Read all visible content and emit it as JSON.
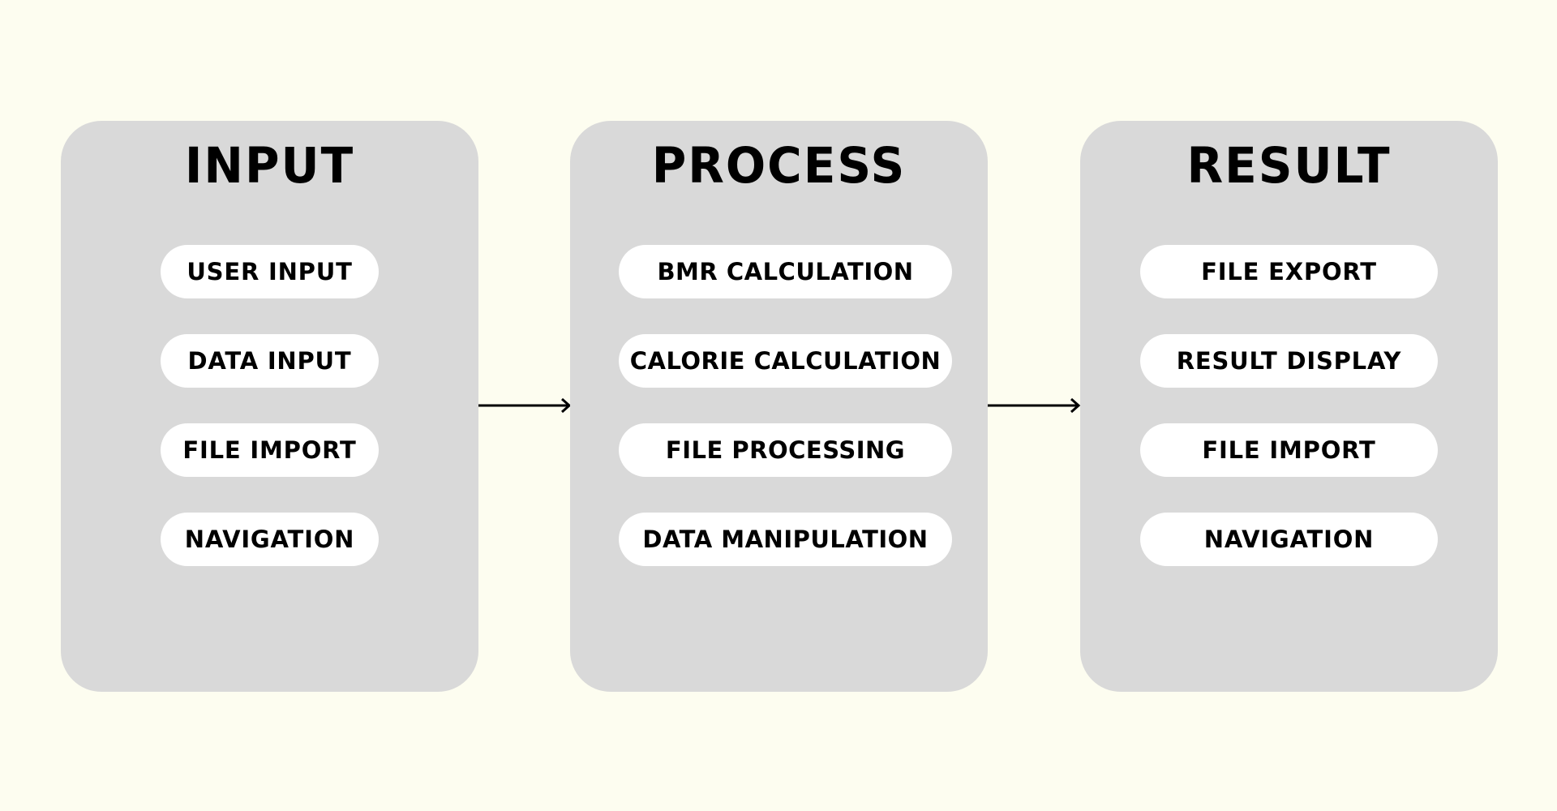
{
  "colors": {
    "background": "#fdfdf0",
    "panel": "#d9d9d9",
    "pill": "#ffffff",
    "text": "#000000",
    "arrow": "#000000"
  },
  "panels": [
    {
      "title": "INPUT",
      "items": [
        "USER INPUT",
        "DATA INPUT",
        "FILE IMPORT",
        "NAVIGATION"
      ]
    },
    {
      "title": "PROCESS",
      "items": [
        "BMR CALCULATION",
        "CALORIE CALCULATION",
        "FILE PROCESSING",
        "DATA MANIPULATION"
      ]
    },
    {
      "title": "RESULT",
      "items": [
        "FILE EXPORT",
        "RESULT DISPLAY",
        "FILE IMPORT",
        "NAVIGATION"
      ]
    }
  ],
  "connectors": [
    {
      "from": "INPUT",
      "to": "PROCESS",
      "icon": "arrow-right-icon"
    },
    {
      "from": "PROCESS",
      "to": "RESULT",
      "icon": "arrow-right-icon"
    }
  ]
}
